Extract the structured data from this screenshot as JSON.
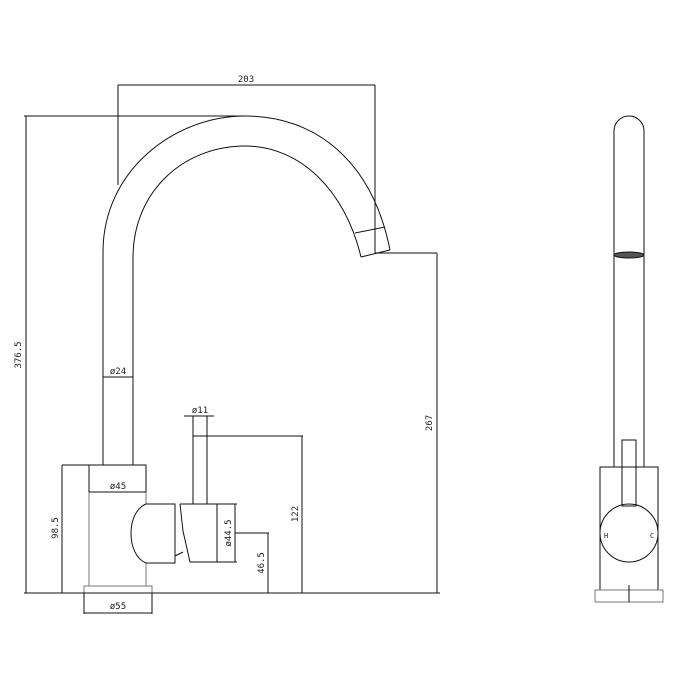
{
  "dimensions": {
    "spout_reach": "203",
    "total_height": "376.5",
    "spout_height": "267",
    "spout_diameter": "ø24",
    "lever_diameter": "ø11",
    "lever_height": "122",
    "body_diameter": "ø45",
    "body_height": "98.5",
    "handle_diameter": "ø44.5",
    "handle_center_height": "46.5",
    "base_diameter": "ø55"
  },
  "side_view": {
    "hot_label": "H",
    "cold_label": "C"
  }
}
